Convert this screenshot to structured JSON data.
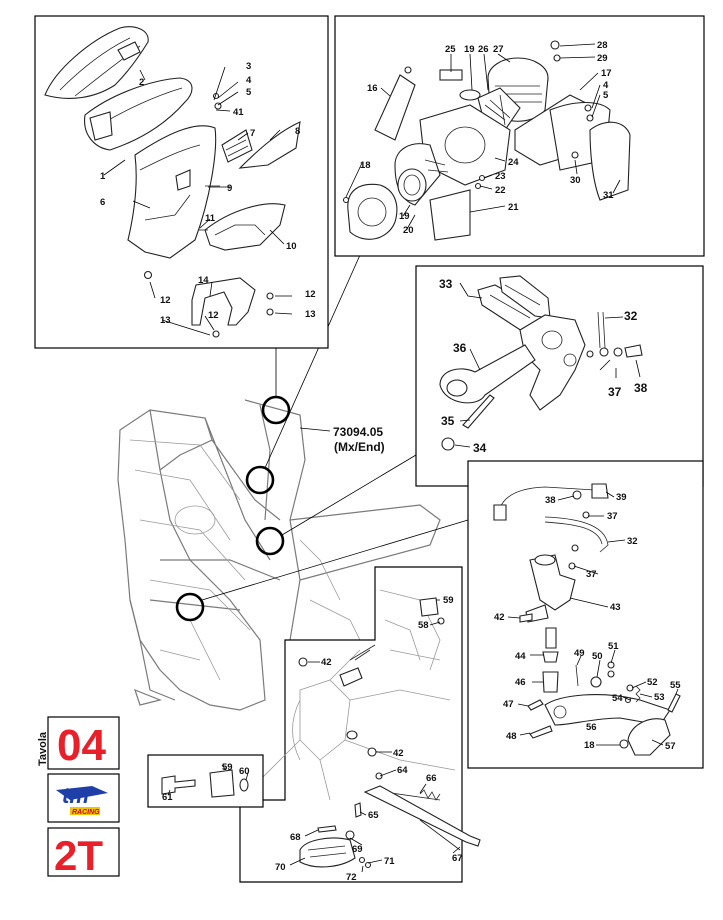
{
  "reference": {
    "code": "73094.05",
    "variant": "(Mx/End)"
  },
  "sidebar": {
    "tavola_label": "Tavola",
    "tavola_number": "04",
    "logo_text": "tm",
    "logo_sub": "RACING",
    "engine_type": "2T"
  },
  "panel_seat": {
    "callouts": [
      "1",
      "2",
      "3",
      "4",
      "5",
      "41",
      "7",
      "8",
      "9",
      "6",
      "11",
      "10",
      "12",
      "14",
      "12",
      "13",
      "12",
      "13"
    ]
  },
  "panel_airbox": {
    "callouts": [
      "25",
      "19",
      "26",
      "27",
      "28",
      "29",
      "16",
      "17",
      "4",
      "5",
      "18",
      "24",
      "23",
      "22",
      "21",
      "19",
      "20",
      "30",
      "31"
    ]
  },
  "panel_caliper": {
    "callouts": [
      "33",
      "32",
      "36",
      "37",
      "38",
      "35",
      "34"
    ]
  },
  "panel_pump": {
    "callouts": [
      "38",
      "39",
      "37",
      "32",
      "37",
      "43",
      "42",
      "44",
      "49",
      "51",
      "46",
      "50",
      "52",
      "53",
      "54",
      "55",
      "47",
      "56",
      "48",
      "18",
      "57"
    ]
  },
  "panel_stand": {
    "callouts": [
      "59",
      "58",
      "42",
      "42",
      "59",
      "60",
      "61",
      "64",
      "66",
      "65",
      "68",
      "69",
      "70",
      "71",
      "72",
      "67"
    ]
  }
}
